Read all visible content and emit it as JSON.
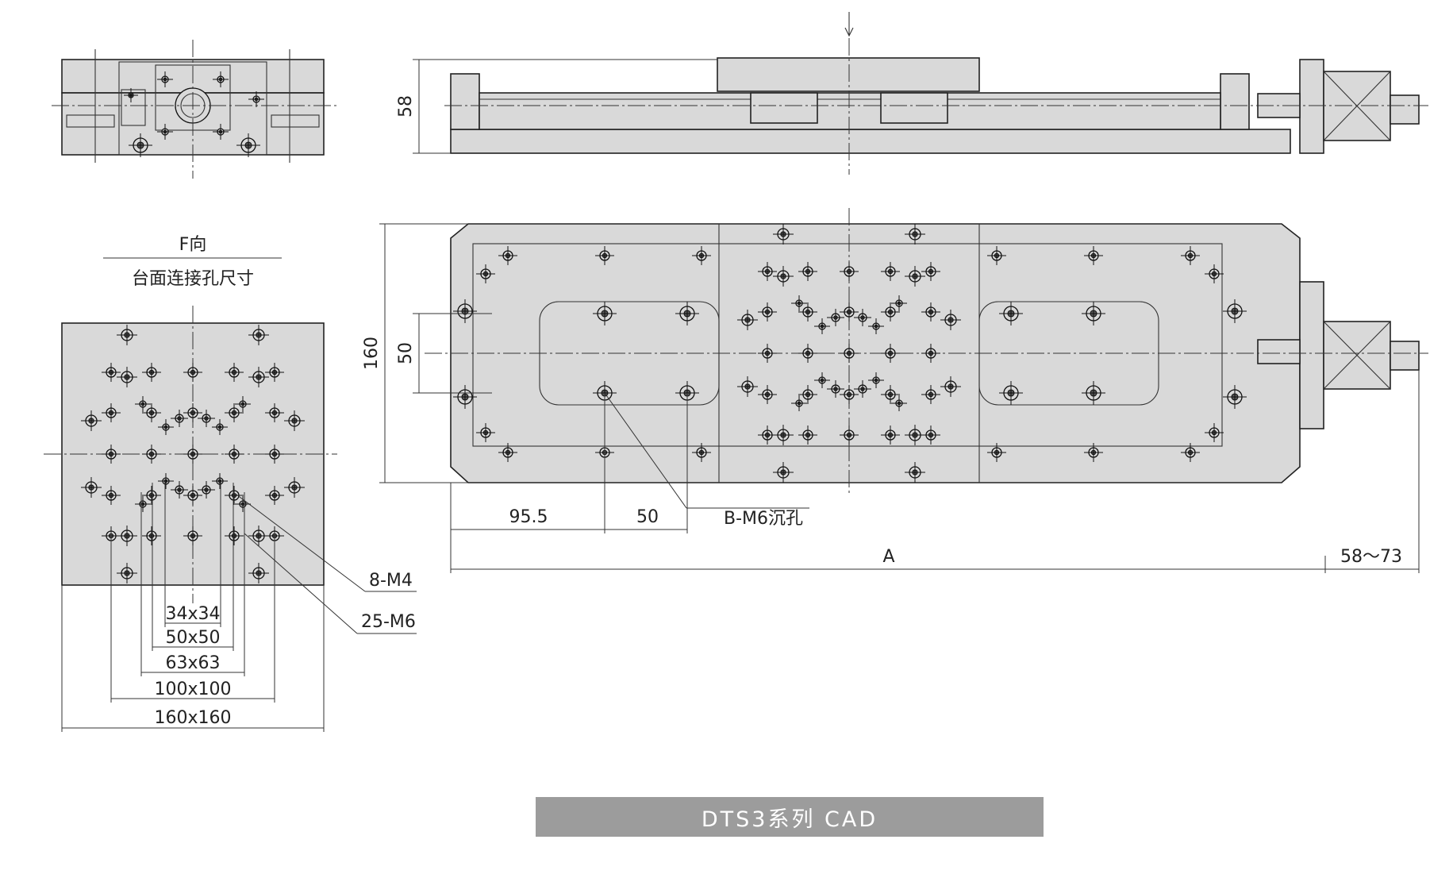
{
  "title": "DTS3系列  CAD",
  "f_view": {
    "title": "F向",
    "subtitle": "台面连接孔尺寸"
  },
  "callouts": {
    "m4": "8-M4",
    "m6": "25-M6",
    "counterbore": "B-M6沉孔"
  },
  "hole_patterns": [
    "34x34",
    "50x50",
    "63x63",
    "100x100",
    "160x160"
  ],
  "dimensions": {
    "height": "58",
    "width": "160",
    "rail_spacing": "50",
    "offset": "95.5",
    "pitch": "50",
    "length": "A",
    "motor": "58～73"
  },
  "colors": {
    "fill": "#d9d9d9",
    "line": "#222222",
    "banner": "#9c9c9c",
    "banner_text": "#ffffff"
  }
}
